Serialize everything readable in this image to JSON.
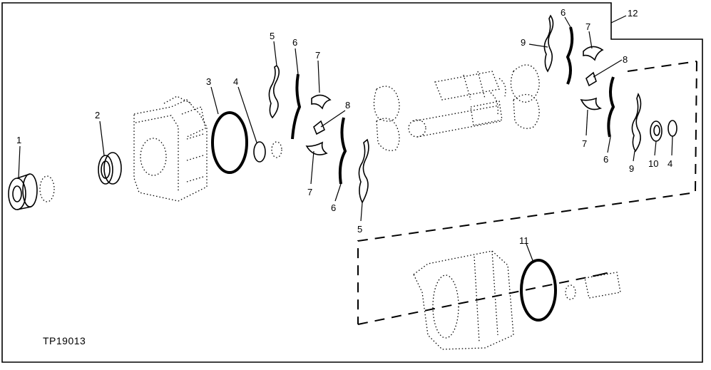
{
  "figure_id": "TP19013",
  "callouts": {
    "c1": "1",
    "c2": "2",
    "c3": "3",
    "c4a": "4",
    "c5a": "5",
    "c6a": "6",
    "c7a": "7",
    "c8a": "8",
    "c7b": "7",
    "c6b": "6",
    "c5b": "5",
    "c6c": "6",
    "c7c": "7",
    "c9a": "9",
    "c8b": "8",
    "c12": "12",
    "c7d": "7",
    "c6d": "6",
    "c9b": "9",
    "c10": "10",
    "c4b": "4",
    "c11": "11"
  }
}
